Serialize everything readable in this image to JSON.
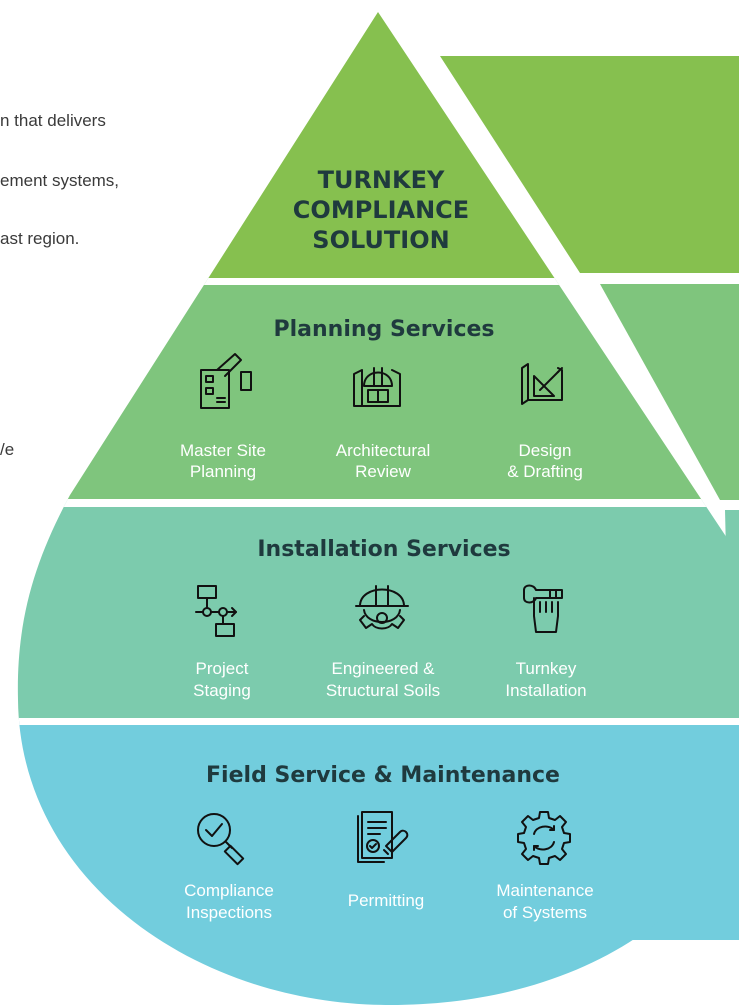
{
  "intro_text": {
    "line1": "n that delivers",
    "line2": "ement systems,",
    "line3": "ast region.",
    "line4": "/e"
  },
  "colors": {
    "top": "#86c04f",
    "planning": "#7fc57d",
    "installation": "#7ccbad",
    "field": "#72cddd",
    "title_text": "#1f3a3e",
    "label_text": "#ffffff"
  },
  "top_section": {
    "title_line1": "TURNKEY",
    "title_line2": "COMPLIANCE",
    "title_line3": "SOLUTION"
  },
  "planning": {
    "title": "Planning Services",
    "items": [
      {
        "icon": "site-plan-icon",
        "line1": "Master Site",
        "line2": "Planning"
      },
      {
        "icon": "building-blueprint-icon",
        "line1": "Architectural",
        "line2": "Review"
      },
      {
        "icon": "drafting-icon",
        "line1": "Design",
        "line2": "& Drafting"
      }
    ]
  },
  "installation": {
    "title": "Installation Services",
    "items": [
      {
        "icon": "flowchart-icon",
        "line1": "Project",
        "line2": "Staging"
      },
      {
        "icon": "hardhat-gear-icon",
        "line1": "Engineered &",
        "line2": "Structural Soils"
      },
      {
        "icon": "wrench-hand-icon",
        "line1": "Turnkey",
        "line2": "Installation"
      }
    ]
  },
  "field": {
    "title": "Field Service & Maintenance",
    "items": [
      {
        "icon": "magnifier-check-icon",
        "line1": "Compliance",
        "line2": "Inspections"
      },
      {
        "icon": "document-stamp-icon",
        "line1": "Permitting",
        "line2": ""
      },
      {
        "icon": "gear-cycle-icon",
        "line1": "Maintenance",
        "line2": "of Systems"
      }
    ]
  }
}
